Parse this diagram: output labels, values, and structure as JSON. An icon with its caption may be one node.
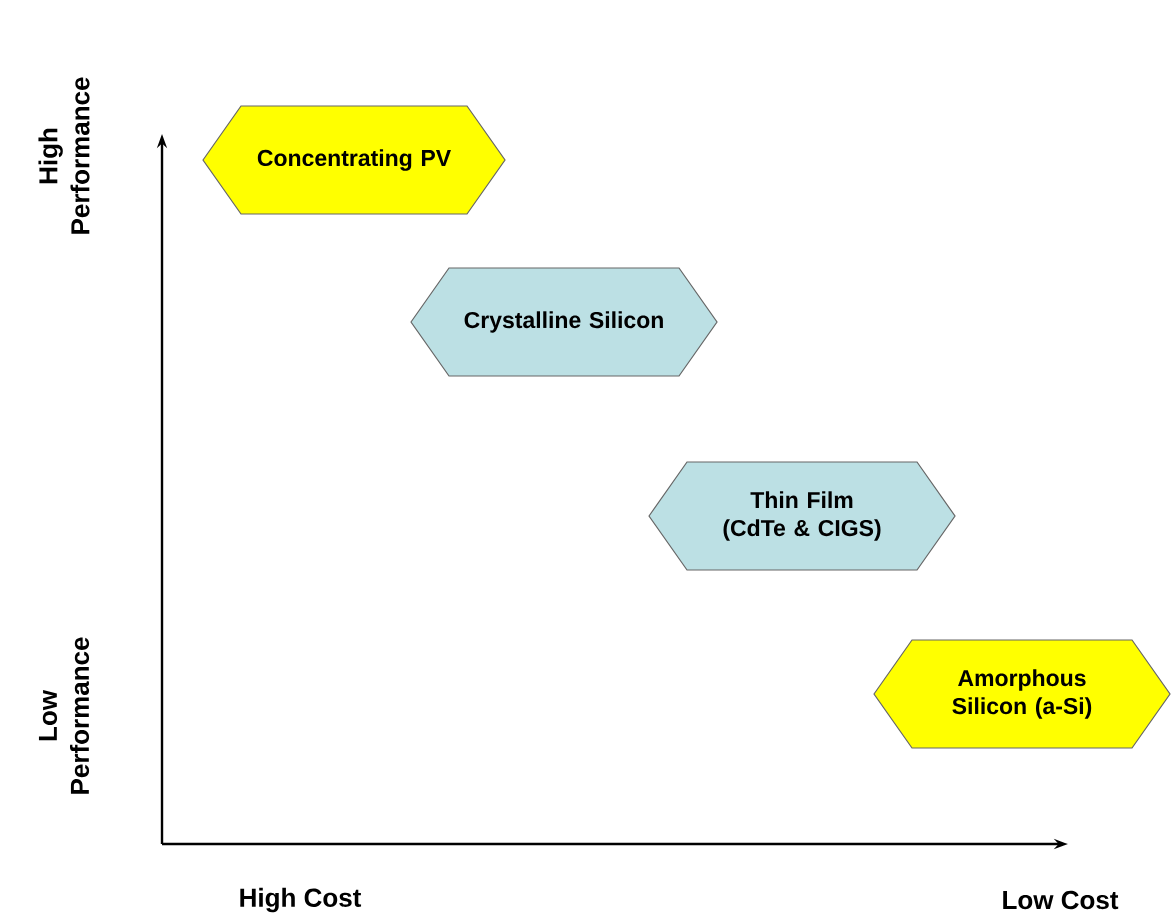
{
  "diagram": {
    "nodes": [
      {
        "text": [
          "Concentrating PV"
        ]
      },
      {
        "text": [
          "Crystalline Silicon"
        ]
      },
      {
        "text": [
          "Thin Film (CdTe & CIGS)"
        ]
      },
      {
        "text": [
          "Amorphous Silicon (a-Si)"
        ]
      }
    ],
    "labels": [
      "High Performance",
      "Low Performance",
      "High Cost",
      "Low Cost"
    ]
  }
}
